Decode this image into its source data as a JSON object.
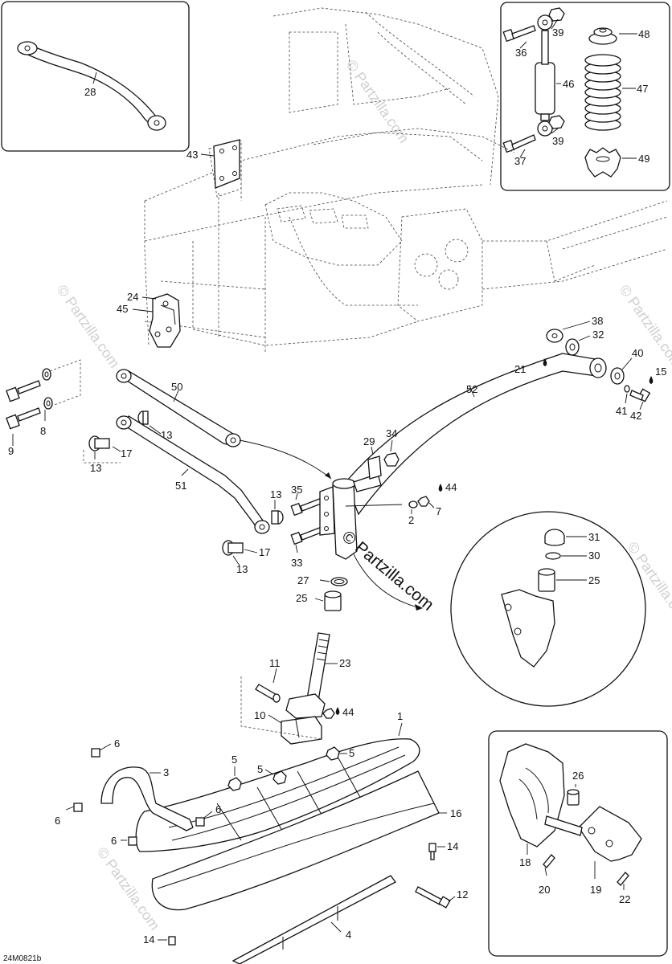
{
  "diagram_code": "24M0821b",
  "watermark": "© Partzilla.com",
  "inset_top_left": {
    "callouts": [
      "28"
    ]
  },
  "inset_top_right": {
    "callouts": [
      "39",
      "36",
      "48",
      "46",
      "47",
      "37",
      "39",
      "49"
    ]
  },
  "inset_mid_right": {
    "callouts": [
      "31",
      "30",
      "25"
    ]
  },
  "inset_bottom_right": {
    "callouts": [
      "26",
      "18",
      "20",
      "19",
      "22"
    ]
  },
  "main_callouts": {
    "c43": "43",
    "c24": "24",
    "c45": "45",
    "c38": "38",
    "c32": "32",
    "c21": "21",
    "c40": "40",
    "c15": "15",
    "c41": "41",
    "c42": "42",
    "c52": "52",
    "c50": "50",
    "c9": "9",
    "c8": "8",
    "c13a": "13",
    "c17a": "17",
    "c13b": "13",
    "c29": "29",
    "c34": "34",
    "c44a": "44",
    "c7": "7",
    "c2": "2",
    "c51": "51",
    "c13c": "13",
    "c35": "35",
    "c17b": "17",
    "c13d": "13",
    "c33": "33",
    "c27": "27",
    "c25": "25",
    "c11": "11",
    "c23": "23",
    "c10": "10",
    "c44b": "44",
    "c1": "1",
    "c6a": "6",
    "c3": "3",
    "c6b": "6",
    "c6c": "6",
    "c6d": "6",
    "c5a": "5",
    "c5b": "5",
    "c5c": "5",
    "c16": "16",
    "c14a": "14",
    "c12": "12",
    "c14b": "14",
    "c4": "4"
  }
}
